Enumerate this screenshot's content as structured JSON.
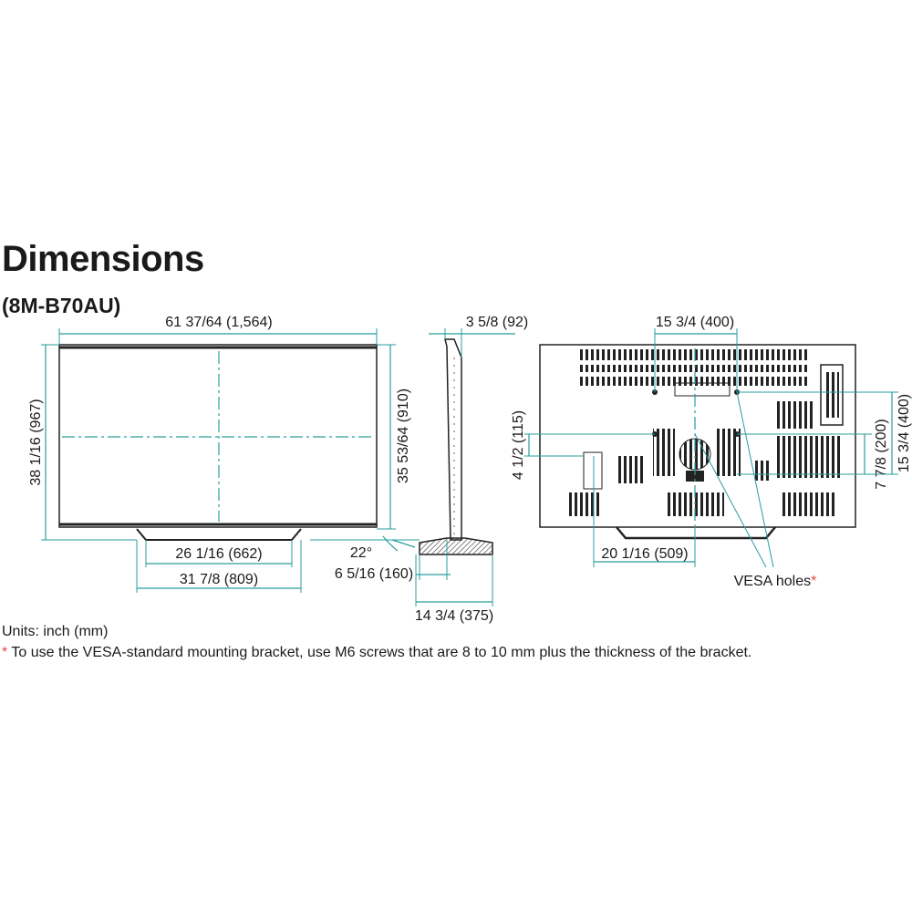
{
  "header": {
    "title": "Dimensions",
    "model": "(8M-B70AU)"
  },
  "front": {
    "width_label": "61 37/64 (1,564)",
    "height_label": "38 1/16 (967)",
    "screen_height_label": "35 53/64 (910)",
    "stand_inner_label": "26 1/16 (662)",
    "stand_outer_label": "31 7/8 (809)"
  },
  "side": {
    "depth_label": "3 5/8 (92)",
    "tilt_label": "22°",
    "stand_offset_label": "6 5/16 (160)",
    "stand_depth_label": "14 3/4 (375)"
  },
  "rear": {
    "vesa_h_label": "15 3/4 (400)",
    "vesa_v_label": "7 7/8 (200)",
    "vesa_v2_label": "15 3/4 (400)",
    "left_offset_label": "4 1/2 (115)",
    "stand_width_label": "20 1/16 (509)",
    "vesa_holes_label": "VESA holes",
    "vesa_holes_mark": "*"
  },
  "footer": {
    "units": "Units: inch (mm)",
    "note_mark": "*",
    "note": " To use the VESA-standard mounting bracket, use M6 screws that are 8 to 10 mm plus the thickness of the bracket."
  },
  "colors": {
    "line": "#1a1a1a",
    "dimension": "#2a9d9d",
    "asterisk": "#e8473b"
  }
}
